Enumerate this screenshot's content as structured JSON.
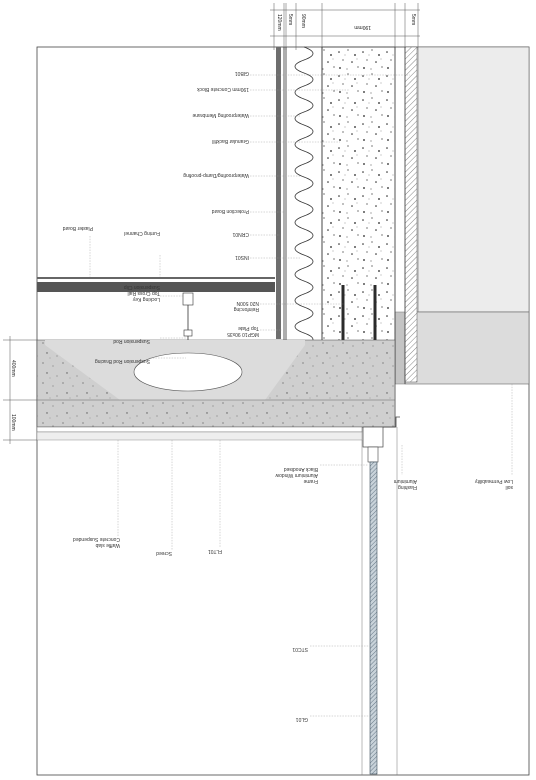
{
  "dimensions": {
    "top": [
      "120mm",
      "5mm",
      "90mm",
      "190mm",
      "5mm"
    ],
    "left": [
      "400mm",
      "100mm"
    ]
  },
  "labels": {
    "gib01": "GIB01",
    "concrete_block": "190mm Concrete Block",
    "waterproofing_membrane": "Waterproofing Membrane",
    "granular_backfill": "Granular Backfill",
    "waterproofing_damp": "Waterproofing/Damp-proofing",
    "protection_board": "Protection Board",
    "crn01": "CRN01",
    "ins01": "INS01",
    "furring_channel": "Furring Channel",
    "plaster_board": "Plaster Board",
    "suspension_clip": "Suspension Clip",
    "top_cross_rail": "Top Cross Rail",
    "locking_key": "Locking Key",
    "n20_500n": "N20 500N",
    "reinforcing": "Reinforcing",
    "top_plate": "Top Plate",
    "mgp10": "MGP10 90x35",
    "suspension_rod": "Suspension Rod",
    "suspension_rod_bracing": "Suspension Rod Bracing",
    "window_frame_1": "Black Anodised",
    "window_frame_2": "Aluminium Window",
    "window_frame_3": "Frame",
    "flashing_1": "Aluminium",
    "flashing_2": "Flashing",
    "soil_1": "Low Permeability",
    "soil_2": "soil",
    "waffle_1": "Concrete Suspended",
    "waffle_2": "Waffle slab",
    "screed": "Screed",
    "flt01": "FLT01",
    "stc01": "STC01",
    "gl01": "GL01"
  }
}
